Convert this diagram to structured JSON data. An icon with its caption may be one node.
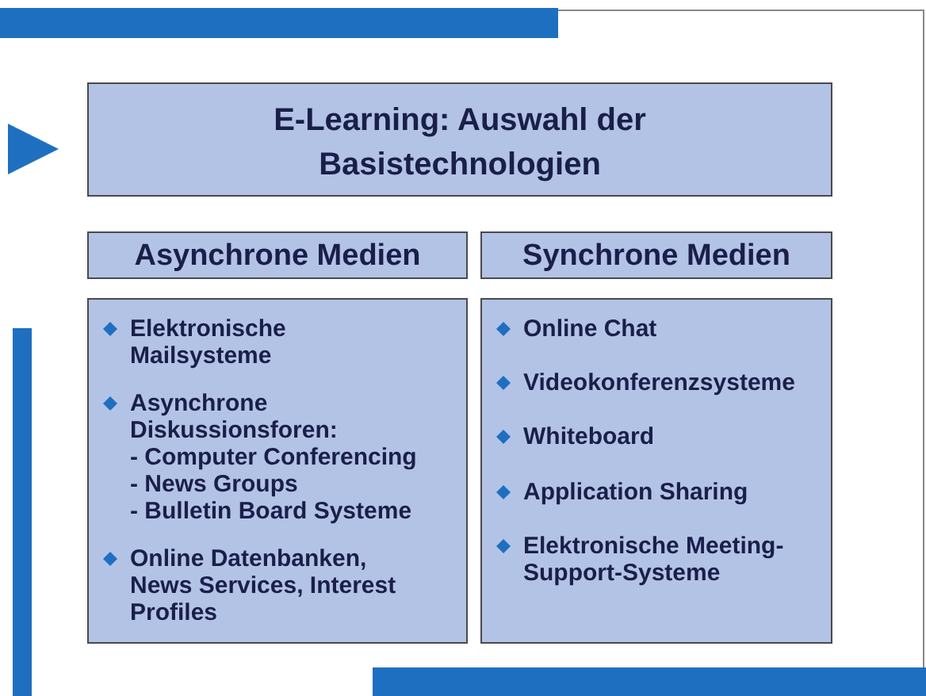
{
  "diagram": {
    "nodes": [
      {
        "text": [
          "E-Learning: Auswahl der Basistechnologien"
        ]
      },
      {
        "text": [
          "Asynchrone Medien"
        ]
      },
      {
        "text": [
          "Synchrone Medien"
        ]
      },
      {
        "text": [
          "Elektronische Mailsysteme",
          "Asynchrone Diskussionsforen:",
          "- Computer Conferencing",
          "- News Groups",
          "- Bulletin Board Systeme",
          "Online Datenbanken, News Services, Interest Profiles"
        ]
      },
      {
        "text": [
          "Online Chat",
          "Videokonferenzsysteme",
          "Whiteboard",
          "Application Sharing",
          "Elektronische Meeting-Support-Systeme"
        ]
      }
    ]
  }
}
